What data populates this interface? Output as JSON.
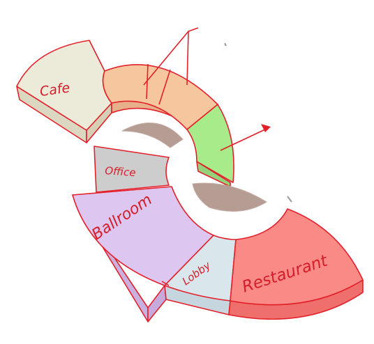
{
  "diagram": {
    "sections": [
      {
        "id": "cafe",
        "label": "Cafe",
        "color": "#ecebda"
      },
      {
        "id": "corridor",
        "label": "",
        "color": "#f6c79f"
      },
      {
        "id": "green-zone",
        "label": "",
        "color": "#a7eb8b"
      },
      {
        "id": "office",
        "label": "Office",
        "color": "#cdcdcd"
      },
      {
        "id": "ballroom",
        "label": "Ballroom",
        "color": "#ddc6ef"
      },
      {
        "id": "lobby",
        "label": "Lobby",
        "color": "#d9e6eb"
      },
      {
        "id": "restaurant",
        "label": "Restaurant",
        "color": "#fa8a86"
      }
    ],
    "accent": "#e3202a",
    "shadow": "#b59d94"
  }
}
